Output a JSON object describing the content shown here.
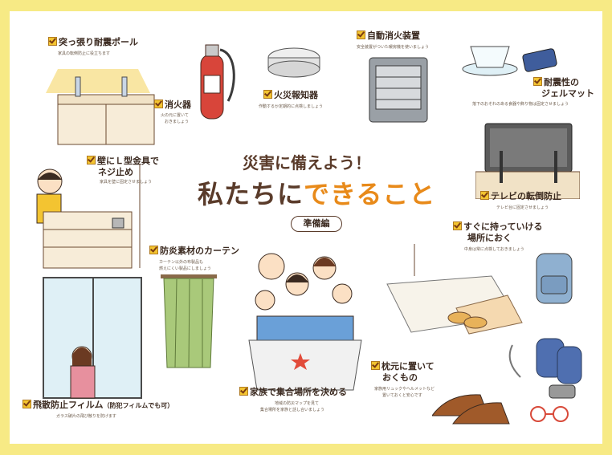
{
  "title": {
    "line1": "災害に備えよう！",
    "line2_part1": "私たちに",
    "line2_part2": "できること",
    "badge": "準備編"
  },
  "items": {
    "pole": {
      "title": "突っ張り耐震ポール",
      "desc": "家具の転倒防止に役立ちます"
    },
    "extinguisher": {
      "title": "消火器",
      "desc1": "火の元に置いて",
      "desc2": "おきましょう"
    },
    "smoke_alarm": {
      "title": "火災報知器",
      "desc": "作動するか定期的に点検しましょう"
    },
    "auto_fire": {
      "title": "自動消火装置",
      "desc": "安全装置がついた暖房機を使いましょう"
    },
    "gel_mat": {
      "title1": "耐震性の",
      "title2": "ジェルマット",
      "desc": "落下のおそれのある食器や飾り物は固定させましょう"
    },
    "l_bracket": {
      "title1": "壁にＬ型金具で",
      "title2": "ネジ止め",
      "desc": "家具を壁に固定させましょう"
    },
    "tv": {
      "title": "テレビの転倒防止",
      "desc": "テレビ台に固定させましょう"
    },
    "curtain": {
      "title": "防炎素材のカーテン",
      "desc1": "カーテン以外の布製品も",
      "desc2": "燃えにくい製品にしましょう"
    },
    "emergency_bag": {
      "title1": "すぐに持っていける",
      "title2": "場所におく",
      "desc": "中身は常に点検しておきましょう"
    },
    "film": {
      "title": "飛散防止フィルム",
      "note": "（防犯フィルムでも可）",
      "desc": "ガラス破片の飛び散りを防げます"
    },
    "family": {
      "title": "家族で集合場所を決める",
      "desc1": "地域の防災マップを見て",
      "desc2": "集合場所を家族と話し合いましょう"
    },
    "pillow": {
      "title1": "枕元に置いて",
      "title2": "おくもの",
      "desc1": "家族用リュックやヘルメットなど",
      "desc2": "置いておくと安心です"
    }
  },
  "colors": {
    "frame": "#f7ea85",
    "accent_orange": "#e88a1a",
    "text_brown": "#5a3b2a",
    "check_yellow": "#f3c431"
  }
}
